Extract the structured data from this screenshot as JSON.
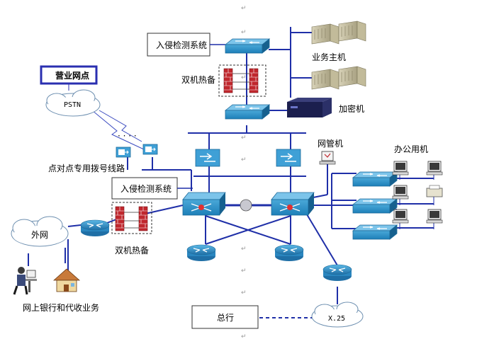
{
  "labels": {
    "ids_top": "入侵检测系统",
    "ids_mid": "入侵检测系统",
    "dual_hot_top": "双机热备",
    "dual_hot_left": "双机热备",
    "business_host": "业务主机",
    "encryptor": "加密机",
    "nms": "网管机",
    "office": "办公用机",
    "branch": "营业网点",
    "pstn": "PSTN",
    "p2p_dial": "点对点专用拨号线路",
    "extranet": "外网",
    "ebank": "网上银行和代收业务",
    "hq": "总行",
    "x25": "X.25"
  },
  "paragraph_mark": "↵",
  "icons": [
    "switch-icon",
    "router-icon",
    "firewall-icon",
    "server-icon",
    "encryptor-icon",
    "pc-icon",
    "printer-icon",
    "modem-icon",
    "user-icon",
    "house-icon",
    "cloud-icon"
  ]
}
